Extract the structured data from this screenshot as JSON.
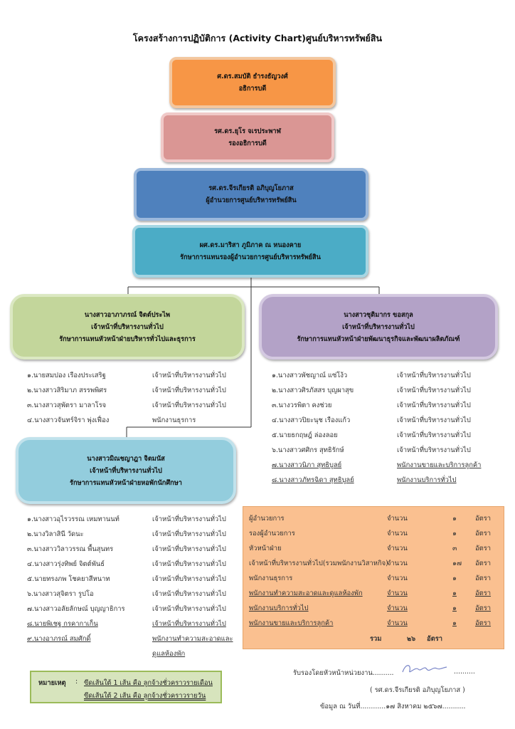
{
  "title": "โครงสร้างการปฏิบัติการ (Activity Chart)ศูนย์บริหารทรัพย์สิน",
  "boxes": {
    "b1": {
      "name": "ศ.ดร.สมบัติ ธํารงธัญวงศ์",
      "role": "อธิการบดี"
    },
    "b2": {
      "name": "รศ.ดร.ยุโร จเรประพาฬ",
      "role": "รองอธิการบดี"
    },
    "b3": {
      "name": "รศ.ดร.จีรเกียรติ อภิบุญโยภาส",
      "role": "ผู้อำนวยการศูนย์บริหารทรัพย์สิน"
    },
    "b4": {
      "name": "ผศ.ดร.มาริสา ภูมิภาค ณ หนองคาย",
      "role": "รักษาการแทนรองผู้อำนวยการศูนย์บริหารทรัพย์สิน"
    },
    "b5": {
      "name": "นางสาวอาภาภรณ์ จิตต์ประไพ",
      "pos": "เจ้าหน้าที่บริหารงานทั่วไป",
      "role": "รักษาการแทนหัวหน้าฝ่ายบริหารทั่วไปและธุรการ"
    },
    "b6": {
      "name": "นางสาวชุติมากร ขอสกุล",
      "pos": "เจ้าหน้าที่บริหารงานทั่วไป",
      "role": "รักษาการแทนหัวหน้าฝ่ายพัฒนาธุรกิจและพัฒนาผลิตภัณฑ์"
    },
    "b7": {
      "name": "นางสาวมิณชญาฎา จิตมนัส",
      "pos": "เจ้าหน้าที่บริหารงานทั่วไป",
      "role": "รักษาการแทนหัวหน้าฝ่ายหอพักนักศึกษา"
    }
  },
  "list_admin": [
    {
      "name": "๑.นายสมปอง เรืองประเสริฐ",
      "pos": "เจ้าหน้าที่บริหารงานทั่วไป"
    },
    {
      "name": "๒.นางสาวสิริมาภ สรรพพิศร",
      "pos": "เจ้าหน้าที่บริหารงานทั่วไป"
    },
    {
      "name": "๓.นางสาวสุพัตรา มาลาโรจ",
      "pos": "เจ้าหน้าที่บริหารงานทั่วไป"
    },
    {
      "name": "๔.นางสาวจันทร์จิรา พุ่งเฟื่อง",
      "pos": "พนักงานธุรการ"
    }
  ],
  "list_business": [
    {
      "name": "๑.นางสาวพัชญาณ์ แซ่โง้ว",
      "pos": "เจ้าหน้าที่บริหารงานทั่วไป",
      "u": false
    },
    {
      "name": "๒.นางสาวศิรภัสสร บุญผาสุข",
      "pos": "เจ้าหน้าที่บริหารงานทั่วไป",
      "u": false
    },
    {
      "name": "๓.นางวรพิตา คงช่วย",
      "pos": "เจ้าหน้าที่บริหารงานทั่วไป",
      "u": false
    },
    {
      "name": "๔.นางสาวปิยะนุช เรืองแก้ว",
      "pos": "เจ้าหน้าที่บริหารงานทั่วไป",
      "u": false
    },
    {
      "name": "๕.นายธกฤษฎ์ ล่องลอย",
      "pos": "เจ้าหน้าที่บริหารงานทั่วไป",
      "u": false
    },
    {
      "name": "๖.นางสาวศศิกร สุทธิรักษ์",
      "pos": "เจ้าหน้าที่บริหารงานทั่วไป",
      "u": false
    },
    {
      "name": "๗.นางสาวนิภา สุทธิบูลย์",
      "pos": "พนักงานขายและบริการลูกค้า",
      "u": true
    },
    {
      "name": "๘.นางสาวภัทรฉิดา สุทธิบูลย์",
      "pos": "พนักงานบริการทั่วไป",
      "u": true
    }
  ],
  "list_dorm": [
    {
      "name": "๑.นางสาวอุไรวรรณ เหมทานนท์",
      "pos": "เจ้าหน้าที่บริหารงานทั่วไป",
      "u": false
    },
    {
      "name": "๒.นางวิลาสินี วัดนะ",
      "pos": "เจ้าหน้าที่บริหารงานทั่วไป",
      "u": false
    },
    {
      "name": "๓.นางสาววิลาวรรณ พื้นสุนทร",
      "pos": "เจ้าหน้าที่บริหารงานทั่วไป",
      "u": false
    },
    {
      "name": "๔.นางสาวรุ่งทิพย์ จิตต์พันธ์",
      "pos": "เจ้าหน้าที่บริหารงานทั่วไป",
      "u": false
    },
    {
      "name": "๕.นายทรงภพ โชคยาสีหนาท",
      "pos": "เจ้าหน้าที่บริหารงานทั่วไป",
      "u": false
    },
    {
      "name": "๖.นางสาวสุจิตรา รูปโอ",
      "pos": "เจ้าหน้าที่บริหารงานทั่วไป",
      "u": false
    },
    {
      "name": "๗.นางสาวอลัยลักษณ์ บุญญาธิการ",
      "pos": "เจ้าหน้าที่บริหารงานทั่วไป",
      "u": false
    },
    {
      "name": "๘.นายพิเชฐ กรคากาเก็น",
      "pos": "เจ้าหน้าที่บริหารงานทั่วไป",
      "u": true
    },
    {
      "name": "๙.นางอาภรณ์ สมศักดิ์",
      "pos": "พนักงานทำความสะอาดและ",
      "pos2": "ดูแลห้องพัก",
      "u": true
    }
  ],
  "summary": {
    "rows": [
      {
        "label": "ผู้อำนวยการ",
        "unit": "จำนวน",
        "n": "๑",
        "rate": "อัตรา",
        "u": false
      },
      {
        "label": "รองผู้อำนวยการ",
        "unit": "จำนวน",
        "n": "๑",
        "rate": "อัตรา",
        "u": false
      },
      {
        "label": "หัวหน้าฝ่าย",
        "unit": "จำนวน",
        "n": "๓",
        "rate": "อัตรา",
        "u": false
      },
      {
        "label": "เจ้าหน้าที่บริหารงานทั่วไป(รวมพนักงานวิสาหกิจ)",
        "unit": "จำนวน",
        "n": "๑๗",
        "rate": "อัตรา",
        "u": false
      },
      {
        "label": "พนักงานธุรการ",
        "unit": "จำนวน",
        "n": "๑",
        "rate": "อัตรา",
        "u": false
      },
      {
        "label": "พนักงานทำความสะอาดและดูแลห้องพัก",
        "unit": "จำนวน",
        "n": "๑",
        "rate": "อัตรา",
        "u": true
      },
      {
        "label": "พนักงานบริการทั่วไป",
        "unit": "จำนวน",
        "n": "๑",
        "rate": "อัตรา",
        "u": true
      },
      {
        "label": "พนักงานขายและบริการลูกค้า",
        "unit": "จำนวน",
        "n": "๑",
        "rate": "อัตรา",
        "u": true
      }
    ],
    "total_label": "รวม",
    "total_n": "๒๖",
    "total_rate": "อัตรา"
  },
  "note": {
    "label": "หมายเหตุ",
    "colon": ":",
    "line1": "ขีดเส้นใต้ 1 เส้น คือ ลูกจ้างชั่วคราวรายเดือน",
    "line2": "ขีดเส้นใต้ 2 เส้น คือ ลูกจ้างชั่วคราวรายวัน"
  },
  "sign": {
    "certify": "รับรองโดยหัวหน้าหน่วยงาน..........",
    "dots": "..........",
    "name": "( รศ.ดร.จีรเกียรติ อภิบุญโยภาส )",
    "date": "ข้อมูล ณ วันที่............๑๗ สิงหาคม ๒๕๖๗..........."
  },
  "colors": {
    "line": "#333333",
    "b1": "#f79646",
    "b2": "#da9694",
    "b3": "#4f81bd",
    "b4": "#4bacc6",
    "b5": "#c3d69b",
    "b6": "#b3a2c7",
    "b7": "#93cddd",
    "summary": "#fac090",
    "note": "#d7e4bd"
  }
}
